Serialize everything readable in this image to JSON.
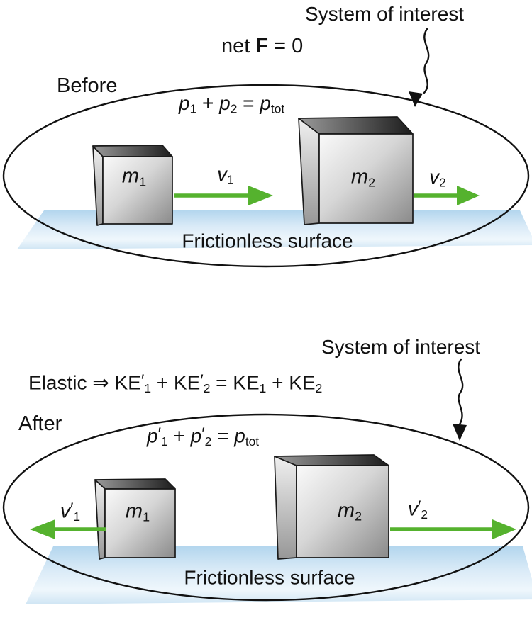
{
  "figure": {
    "description_labels": {
      "surface": "Frictionless surface",
      "system": "System of interest"
    }
  },
  "colors": {
    "arrow_green": "#55b22e",
    "surface_blue": "#b3d6ee",
    "surface_blue_light": "#eff7fc",
    "ink": "#111111"
  },
  "before": {
    "system_label": "System of interest",
    "net_force_eq": [
      {
        "t": "net "
      },
      {
        "t": "F",
        "b": 1
      },
      {
        "t": " = 0"
      }
    ],
    "state_label": "Before",
    "momentum_eq": [
      {
        "t": "p",
        "i": 1
      },
      {
        "t": "1",
        "sub": 1
      },
      {
        "t": " + "
      },
      {
        "t": "p",
        "i": 1
      },
      {
        "t": "2",
        "sub": 1
      },
      {
        "t": " = "
      },
      {
        "t": "p",
        "i": 1
      },
      {
        "t": "tot",
        "sub": 1
      }
    ],
    "mass1_label": [
      {
        "t": "m",
        "i": 1
      },
      {
        "t": "1",
        "sub": 1
      }
    ],
    "velocity1_label": [
      {
        "t": "v",
        "i": 1
      },
      {
        "t": "1",
        "sub": 1
      }
    ],
    "mass2_label": [
      {
        "t": "m",
        "i": 1
      },
      {
        "t": "2",
        "sub": 1
      }
    ],
    "velocity2_label": [
      {
        "t": "v",
        "i": 1
      },
      {
        "t": "2",
        "sub": 1
      }
    ],
    "surface_label": "Frictionless surface"
  },
  "after": {
    "system_label": "System of interest",
    "elastic_eq": [
      {
        "t": "Elastic "
      },
      {
        "t": "⇒"
      },
      {
        "t": " KE"
      },
      {
        "t": "′",
        "p": 1
      },
      {
        "t": "1",
        "sub": 1
      },
      {
        "t": " + KE"
      },
      {
        "t": "′",
        "p": 1
      },
      {
        "t": "2",
        "sub": 1
      },
      {
        "t": " = KE"
      },
      {
        "t": "1",
        "sub": 1
      },
      {
        "t": " + KE"
      },
      {
        "t": "2",
        "sub": 1
      }
    ],
    "state_label": "After",
    "momentum_eq": [
      {
        "t": "p",
        "i": 1
      },
      {
        "t": "′",
        "p": 1
      },
      {
        "t": "1",
        "sub": 1
      },
      {
        "t": " + "
      },
      {
        "t": "p",
        "i": 1
      },
      {
        "t": "′",
        "p": 1
      },
      {
        "t": "2",
        "sub": 1
      },
      {
        "t": " = "
      },
      {
        "t": "p",
        "i": 1
      },
      {
        "t": "tot",
        "sub": 1
      }
    ],
    "mass1_label": [
      {
        "t": "m",
        "i": 1
      },
      {
        "t": "1",
        "sub": 1
      }
    ],
    "velocity1_label": [
      {
        "t": "v",
        "i": 1
      },
      {
        "t": "′",
        "p": 1
      },
      {
        "t": "1",
        "sub": 1
      }
    ],
    "mass2_label": [
      {
        "t": "m",
        "i": 1
      },
      {
        "t": "2",
        "sub": 1
      }
    ],
    "velocity2_label": [
      {
        "t": "v",
        "i": 1
      },
      {
        "t": "′",
        "p": 1
      },
      {
        "t": "2",
        "sub": 1
      }
    ],
    "surface_label": "Frictionless surface"
  }
}
